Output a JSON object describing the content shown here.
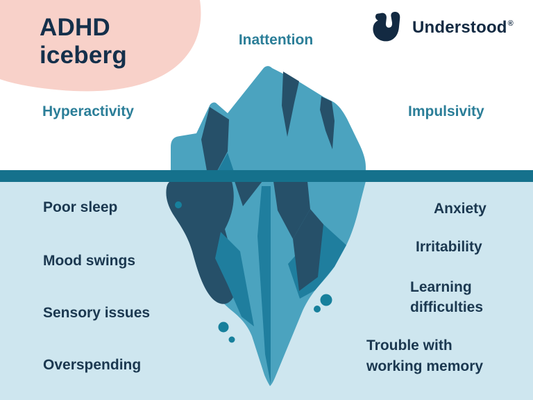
{
  "title": {
    "line1": "ADHD",
    "line2": "iceberg"
  },
  "brand": {
    "name": "Understood",
    "registered_mark": "®"
  },
  "surface_labels": {
    "inattention": "Inattention",
    "hyperactivity": "Hyperactivity",
    "impulsivity": "Impulsivity"
  },
  "submerged_labels": {
    "left": [
      "Poor sleep",
      "Mood swings",
      "Sensory issues",
      "Overspending"
    ],
    "right": [
      "Anxiety",
      "Irritability",
      "Learning\ndifficulties",
      "Trouble with\nworking memory"
    ]
  },
  "colors": {
    "background_above_water": "#ffffff",
    "background_below_water": "#cee6ef",
    "waterline_band": "#15718c",
    "pink_blob": "#f8d1c9",
    "navy_text": "#1b3850",
    "title_text": "#14304b",
    "teal_text": "#2b7e98",
    "iceberg_body": "#4ba3bf",
    "iceberg_dark_facet": "#265069",
    "iceberg_mid_facet": "#1f7e9e",
    "bubble": "#17809c",
    "logo": "#132a42"
  }
}
